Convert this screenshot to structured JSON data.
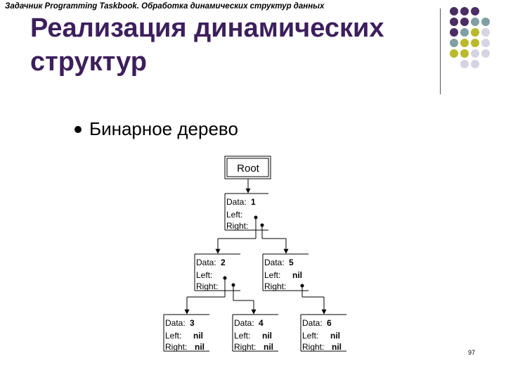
{
  "header": "Задачник Programming Taskbook. Обработка динамических структур данных",
  "title": "Реализация динамических структур",
  "bullet": "Бинарное дерево",
  "page_number": "97",
  "colors": {
    "title": "#3d1f5c",
    "purple": "#4a2d63",
    "teal": "#7f9fa3",
    "olive": "#b9b92b",
    "lavender": "#d6d4e3"
  },
  "decor_dots": [
    [
      "purple",
      "purple",
      "purple",
      ""
    ],
    [
      "purple",
      "purple",
      "teal",
      "teal"
    ],
    [
      "purple",
      "teal",
      "olive",
      "lavender"
    ],
    [
      "teal",
      "olive",
      "olive",
      "lavender"
    ],
    [
      "olive",
      "olive",
      "lavender",
      "lavender"
    ],
    [
      "",
      "lavender",
      "lavender",
      ""
    ]
  ],
  "tree": {
    "root_label": "Root",
    "field_labels": {
      "data": "Data:",
      "left": "Left:",
      "right": "Right:"
    },
    "nodes": [
      {
        "data": "1",
        "left": "",
        "right": ""
      },
      {
        "data": "2",
        "left": "",
        "right": ""
      },
      {
        "data": "5",
        "left": "nil",
        "right": ""
      },
      {
        "data": "3",
        "left": "nil",
        "right": "nil"
      },
      {
        "data": "4",
        "left": "nil",
        "right": "nil"
      },
      {
        "data": "6",
        "left": "nil",
        "right": "nil"
      }
    ]
  }
}
